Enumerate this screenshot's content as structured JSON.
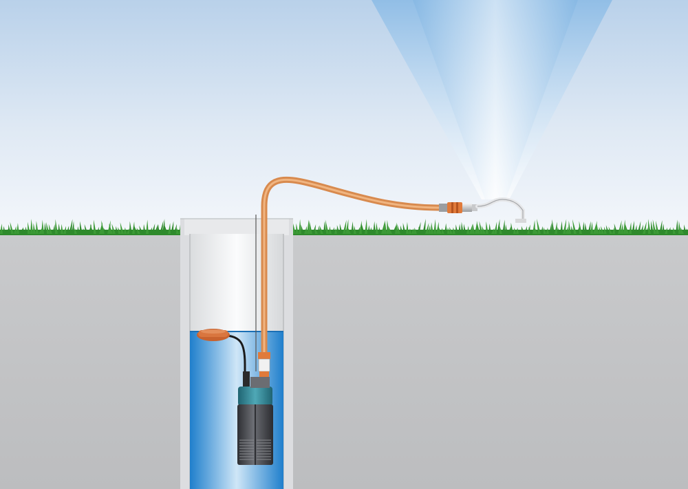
{
  "scene": {
    "title": "",
    "elements": [
      "sky",
      "ground",
      "grass",
      "well-shaft",
      "water",
      "submersible-pump",
      "float-switch",
      "hose",
      "hose-connector",
      "spray-nozzle",
      "water-spray"
    ]
  },
  "colors": {
    "sky_top": "#bcd3ea",
    "sky_bottom": "#f3f6fa",
    "ground": "#c4c5c7",
    "grass": "#2f8a2c",
    "water": "#2f8fd4",
    "hose": "#e0a064",
    "pump_body": "#3d3e42",
    "pump_head": "#3a8c9a",
    "float_switch": "#c8622e",
    "connector": "#e07a3a"
  }
}
